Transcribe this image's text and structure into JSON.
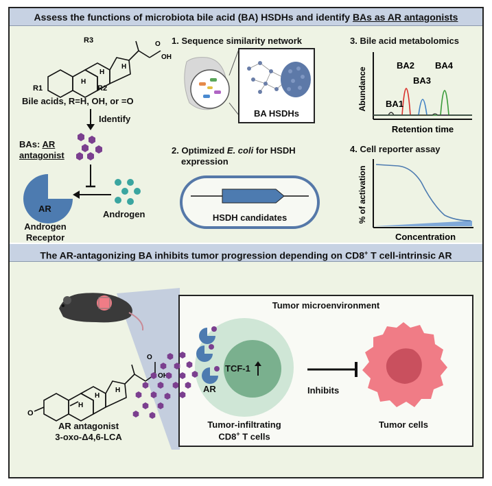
{
  "top_banner": {
    "text_main": "Assess the functions of microbiota bile acid (BA) HSDHs and identify ",
    "text_underlined": "BAs as AR antagonists"
  },
  "left_section": {
    "bile_acids_caption": "Bile acids, R=H, OH, or =O",
    "r_labels": [
      "R1",
      "R2",
      "R3"
    ],
    "oh_label": "OH",
    "o_label": "O",
    "h_label": "H",
    "identify_label": "Identify",
    "bas_label": "BAs: ",
    "ar_label": "AR",
    "antagonist_label": "antagonist",
    "receptor_inner_label": "AR",
    "receptor_caption_line1": "Androgen",
    "receptor_caption_line2": "Receptor",
    "androgen_label": "Androgen"
  },
  "step1": {
    "title": "1. Sequence similarity network",
    "network_caption": "BA HSDHs"
  },
  "step2": {
    "title_prefix": "2. Optimized ",
    "title_italic": "E. coli",
    "title_suffix": " for HSDH",
    "title_line2": "expression",
    "plasmid_caption": "HSDH candidates"
  },
  "step3": {
    "title": "3. Bile acid metabolomics",
    "y_label": "Abundance",
    "x_label": "Retention time",
    "peaks": [
      {
        "name": "BA1",
        "color": "#333333"
      },
      {
        "name": "BA2",
        "color": "#d9302b"
      },
      {
        "name": "BA3",
        "color": "#3d7fc4"
      },
      {
        "name": "BA4",
        "color": "#3a9b3a"
      }
    ]
  },
  "step4": {
    "title": "4. Cell reporter assay",
    "y_label": "% of activation",
    "x_label": "Concentration"
  },
  "bottom_banner": {
    "text_a": "The AR-antagonizing BA inhibits tumor progression depending on CD8",
    "text_sup": "+",
    "text_b": " T cell-intrinsic AR"
  },
  "bottom_section": {
    "microenvironment_title": "Tumor microenvironment",
    "tcf_label": "TCF-1",
    "ar_label": "AR",
    "tcell_caption_line1": "Tumor-infiltrating",
    "tcell_caption_line2_a": "CD8",
    "tcell_caption_line2_sup": "+",
    "tcell_caption_line2_b": " T cells",
    "inhibits_label": "Inhibits",
    "tumor_caption": "Tumor cells",
    "antagonist_line1": "AR antagonist",
    "antagonist_line2": "3-oxo-Δ4,6-LCA",
    "oh_label": "OH",
    "o_label": "O",
    "h_label": "H"
  },
  "colors": {
    "banner": "#c7d2e3",
    "panel": "#eef3e4",
    "hexagon": "#7b3f8f",
    "teal": "#3aa5a0",
    "receptor": "#4d7bb0",
    "tumor": "#f07c86",
    "tcell": "#cfe6d6"
  }
}
